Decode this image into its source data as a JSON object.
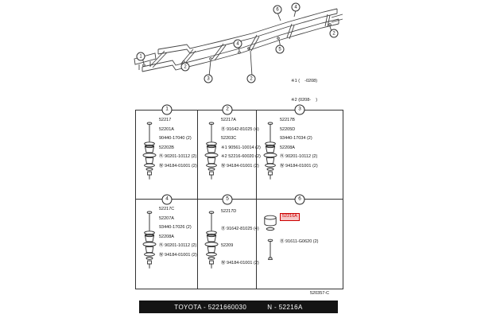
{
  "colors": {
    "highlight": "#cc0000",
    "footer_bg": "#141414"
  },
  "frame": {
    "legend": [
      "※1 (    -0208)",
      "※2 (0208-    )"
    ],
    "callouts": [
      {
        "n": "6"
      },
      {
        "n": "4"
      },
      {
        "n": "2"
      },
      {
        "n": "1"
      },
      {
        "n": "2"
      },
      {
        "n": "3"
      },
      {
        "n": "2"
      },
      {
        "n": "5"
      },
      {
        "n": "4"
      }
    ]
  },
  "cells": [
    {
      "num": "1",
      "labels": [
        "52217",
        "52201A",
        "90440-17040 (2)",
        "52202B",
        "Ⓝ 90201-10112 (2)",
        "Ⓦ 94184-01001 (2)"
      ]
    },
    {
      "num": "2",
      "labels": [
        "52217A",
        "Ⓑ 91642-81025 (4)",
        "52203C",
        "※1 90561-10014 (2)",
        "※2 52216-60020 (2)",
        "Ⓦ 94184-01001 (2)"
      ]
    },
    {
      "num": "3",
      "labels": [
        "52217B",
        "52205D",
        "93440-17034 (2)",
        "52208A",
        "Ⓝ 90201-10112 (2)",
        "Ⓦ 94184-01001 (2)"
      ]
    },
    {
      "num": "4",
      "labels": [
        "52217C",
        "52207A",
        "93440-17026 (2)",
        "52208A",
        "Ⓝ 90201-10112 (2)",
        "Ⓦ 94184-01001 (2)"
      ]
    },
    {
      "num": "5",
      "labels": [
        "52217D",
        "Ⓑ 91642-81025 (4)",
        "52209",
        "Ⓦ 94184-01001 (2)"
      ]
    },
    {
      "num": "6",
      "labels": [
        "52216A",
        "Ⓑ 91611-G0620 (2)"
      ]
    }
  ],
  "doc_code": "520357-C",
  "footer": {
    "left": "TOYOTA - 5221660030",
    "right": "N - 52216A"
  }
}
